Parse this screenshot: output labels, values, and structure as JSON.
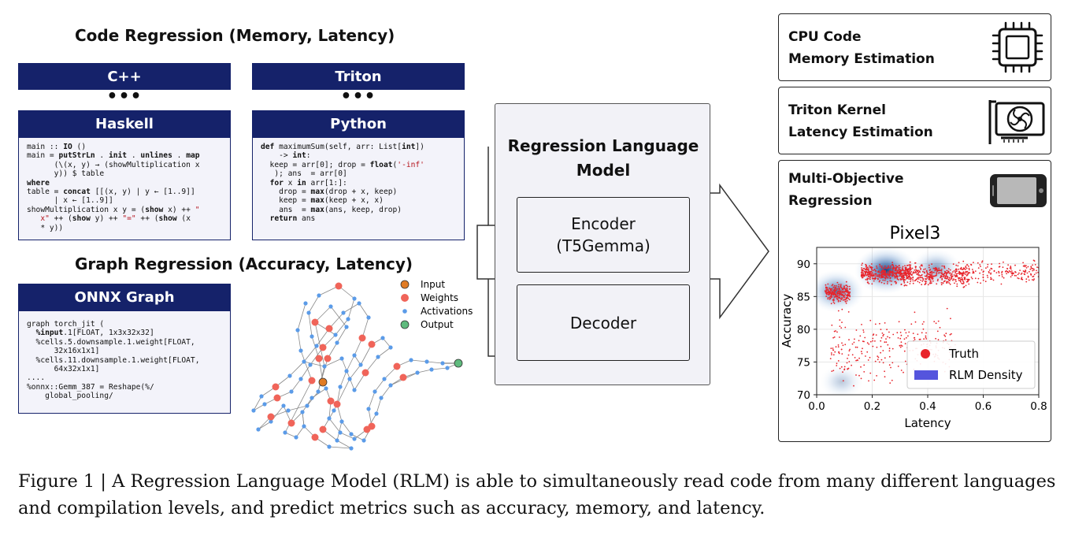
{
  "code_section": {
    "title": "Code Regression (Memory, Latency)",
    "langs": [
      "C++",
      "Triton",
      "Haskell",
      "Python"
    ],
    "dots": "•••",
    "haskell_code": [
      [
        [
          "main :: ",
          ""
        ],
        [
          "IO",
          "kw"
        ],
        [
          " ()",
          ""
        ]
      ],
      [
        [
          "main = ",
          ""
        ],
        [
          "putStrLn",
          "kw"
        ],
        [
          " . ",
          ""
        ],
        [
          "init",
          "kw"
        ],
        [
          " . ",
          ""
        ],
        [
          "unlines",
          "kw"
        ],
        [
          " . ",
          ""
        ],
        [
          "map",
          "kw"
        ]
      ],
      [
        [
          "      (\\(x, y) → (showMultiplication x",
          ""
        ]
      ],
      [
        [
          "      y)) $ table",
          ""
        ]
      ],
      [
        [
          "where",
          "kw"
        ]
      ],
      [
        [
          "table = ",
          ""
        ],
        [
          "concat",
          "kw"
        ],
        [
          " [[(x, y) | y ← [1..9]]",
          ""
        ]
      ],
      [
        [
          "      | x ← [1..9]]",
          ""
        ]
      ],
      [
        [
          "showMultiplication x y = (",
          ""
        ],
        [
          "show",
          "kw"
        ],
        [
          " x) ++ ",
          ""
        ],
        [
          "\"",
          "q"
        ]
      ],
      [
        [
          "   ",
          ""
        ],
        [
          "x\"",
          "q"
        ],
        [
          " ++ (",
          ""
        ],
        [
          "show",
          "kw"
        ],
        [
          " y) ++ ",
          ""
        ],
        [
          "\"=\"",
          "q"
        ],
        [
          " ++ (",
          ""
        ],
        [
          "show",
          "kw"
        ],
        [
          " (x",
          ""
        ]
      ],
      [
        [
          "   * y))",
          ""
        ]
      ]
    ],
    "python_code": [
      [
        [
          "def",
          "kw"
        ],
        [
          " maximumSum(self, arr: List[",
          ""
        ],
        [
          "int",
          "kw"
        ],
        [
          "])",
          ""
        ]
      ],
      [
        [
          "    -> ",
          ""
        ],
        [
          "int",
          "kw"
        ],
        [
          ":",
          ""
        ]
      ],
      [
        [
          "  keep = arr[0]; drop = ",
          ""
        ],
        [
          "float",
          "kw"
        ],
        [
          "(",
          ""
        ],
        [
          "'-inf'",
          "q"
        ]
      ],
      [
        [
          "   ); ans  = arr[0]",
          ""
        ]
      ],
      [
        [
          "  ",
          ""
        ],
        [
          "for",
          "kw"
        ],
        [
          " x ",
          ""
        ],
        [
          "in",
          "kw"
        ],
        [
          " arr[1:]:",
          ""
        ]
      ],
      [
        [
          "    drop = ",
          ""
        ],
        [
          "max",
          "kw"
        ],
        [
          "(drop + x, keep)",
          ""
        ]
      ],
      [
        [
          "    keep = ",
          ""
        ],
        [
          "max",
          "kw"
        ],
        [
          "(keep + x, x)",
          ""
        ]
      ],
      [
        [
          "    ans  = ",
          ""
        ],
        [
          "max",
          "kw"
        ],
        [
          "(ans, keep, drop)",
          ""
        ]
      ],
      [
        [
          "  ",
          ""
        ],
        [
          "return",
          "kw"
        ],
        [
          " ans",
          ""
        ]
      ]
    ]
  },
  "graph_section": {
    "title": "Graph Regression (Accuracy, Latency)",
    "onnx_header": "ONNX Graph",
    "onnx_code": [
      [
        [
          "graph torch_jit (",
          ""
        ]
      ],
      [
        [
          "  ",
          ""
        ],
        [
          "%input",
          "kw"
        ],
        [
          ".1[FLOAT, 1x3x32x32]",
          ""
        ]
      ],
      [
        [
          "  %cells.5.downsample.1.weight[FLOAT,",
          ""
        ]
      ],
      [
        [
          "      32x16x1x1]",
          ""
        ]
      ],
      [
        [
          "  %cells.11.downsample.1.weight[FLOAT,",
          ""
        ]
      ],
      [
        [
          "      64x32x1x1]",
          ""
        ]
      ],
      [
        [
          "....",
          ""
        ]
      ],
      [
        [
          "%onnx::Gemm_387 = Reshape(%/",
          ""
        ]
      ],
      [
        [
          "    global_pooling/",
          ""
        ]
      ]
    ],
    "legend": [
      {
        "label": "Input",
        "color": "#e07b24"
      },
      {
        "label": "Weights",
        "color": "#f06459"
      },
      {
        "label": "Activations",
        "color": "#5b9be8"
      },
      {
        "label": "Output",
        "color": "#5fba7d"
      }
    ]
  },
  "rlm": {
    "title_line1": "Regression Language",
    "title_line2": "Model",
    "encoder_line1": "Encoder",
    "encoder_line2": "(T5Gemma)",
    "decoder": "Decoder"
  },
  "panels": [
    {
      "line1": "CPU Code",
      "line2": "Memory Estimation",
      "icon": "cpu-chip-icon"
    },
    {
      "line1": "Triton Kernel",
      "line2": "Latency Estimation",
      "icon": "gpu-card-icon"
    },
    {
      "line1": "Multi-Objective",
      "line2": "Regression",
      "icon": "smartphone-icon"
    }
  ],
  "chart_data": {
    "type": "scatter",
    "title": "Pixel3",
    "xlabel": "Latency",
    "ylabel": "Accuracy",
    "xlim": [
      0.0,
      0.8
    ],
    "ylim": [
      70,
      92.5
    ],
    "xticks": [
      0.0,
      0.2,
      0.4,
      0.6,
      0.8
    ],
    "yticks": [
      70,
      75,
      80,
      85,
      90
    ],
    "grid": true,
    "legend_position": "bottom-right",
    "series": [
      {
        "name": "Truth",
        "color": "#e8232a",
        "mark": "points",
        "clusters": [
          {
            "x": [
              0.03,
              0.12
            ],
            "y": [
              83.5,
              87.5
            ],
            "weight": 0.16
          },
          {
            "x": [
              0.16,
              0.34
            ],
            "y": [
              86.5,
              90.5
            ],
            "weight": 0.28
          },
          {
            "x": [
              0.3,
              0.55
            ],
            "y": [
              86.0,
              90.5
            ],
            "weight": 0.26
          },
          {
            "x": [
              0.5,
              0.8
            ],
            "y": [
              86.5,
              91.0
            ],
            "weight": 0.12
          },
          {
            "x": [
              0.05,
              0.5
            ],
            "y": [
              70.0,
              84.0
            ],
            "weight": 0.18
          }
        ]
      },
      {
        "name": "RLM Density",
        "color": "#5555dd",
        "mark": "density",
        "peaks": [
          {
            "x": 0.07,
            "y": 85.8,
            "strength": 0.75
          },
          {
            "x": 0.25,
            "y": 89.0,
            "strength": 1.0
          },
          {
            "x": 0.43,
            "y": 89.3,
            "strength": 0.55
          },
          {
            "x": 0.09,
            "y": 72.0,
            "strength": 0.3
          }
        ]
      }
    ]
  },
  "caption": {
    "label": "Figure 1",
    "text": "A Regression Language Model (RLM) is able to simultaneously read code from many different languages and compilation levels, and predict metrics such as accuracy, memory, and latency."
  }
}
